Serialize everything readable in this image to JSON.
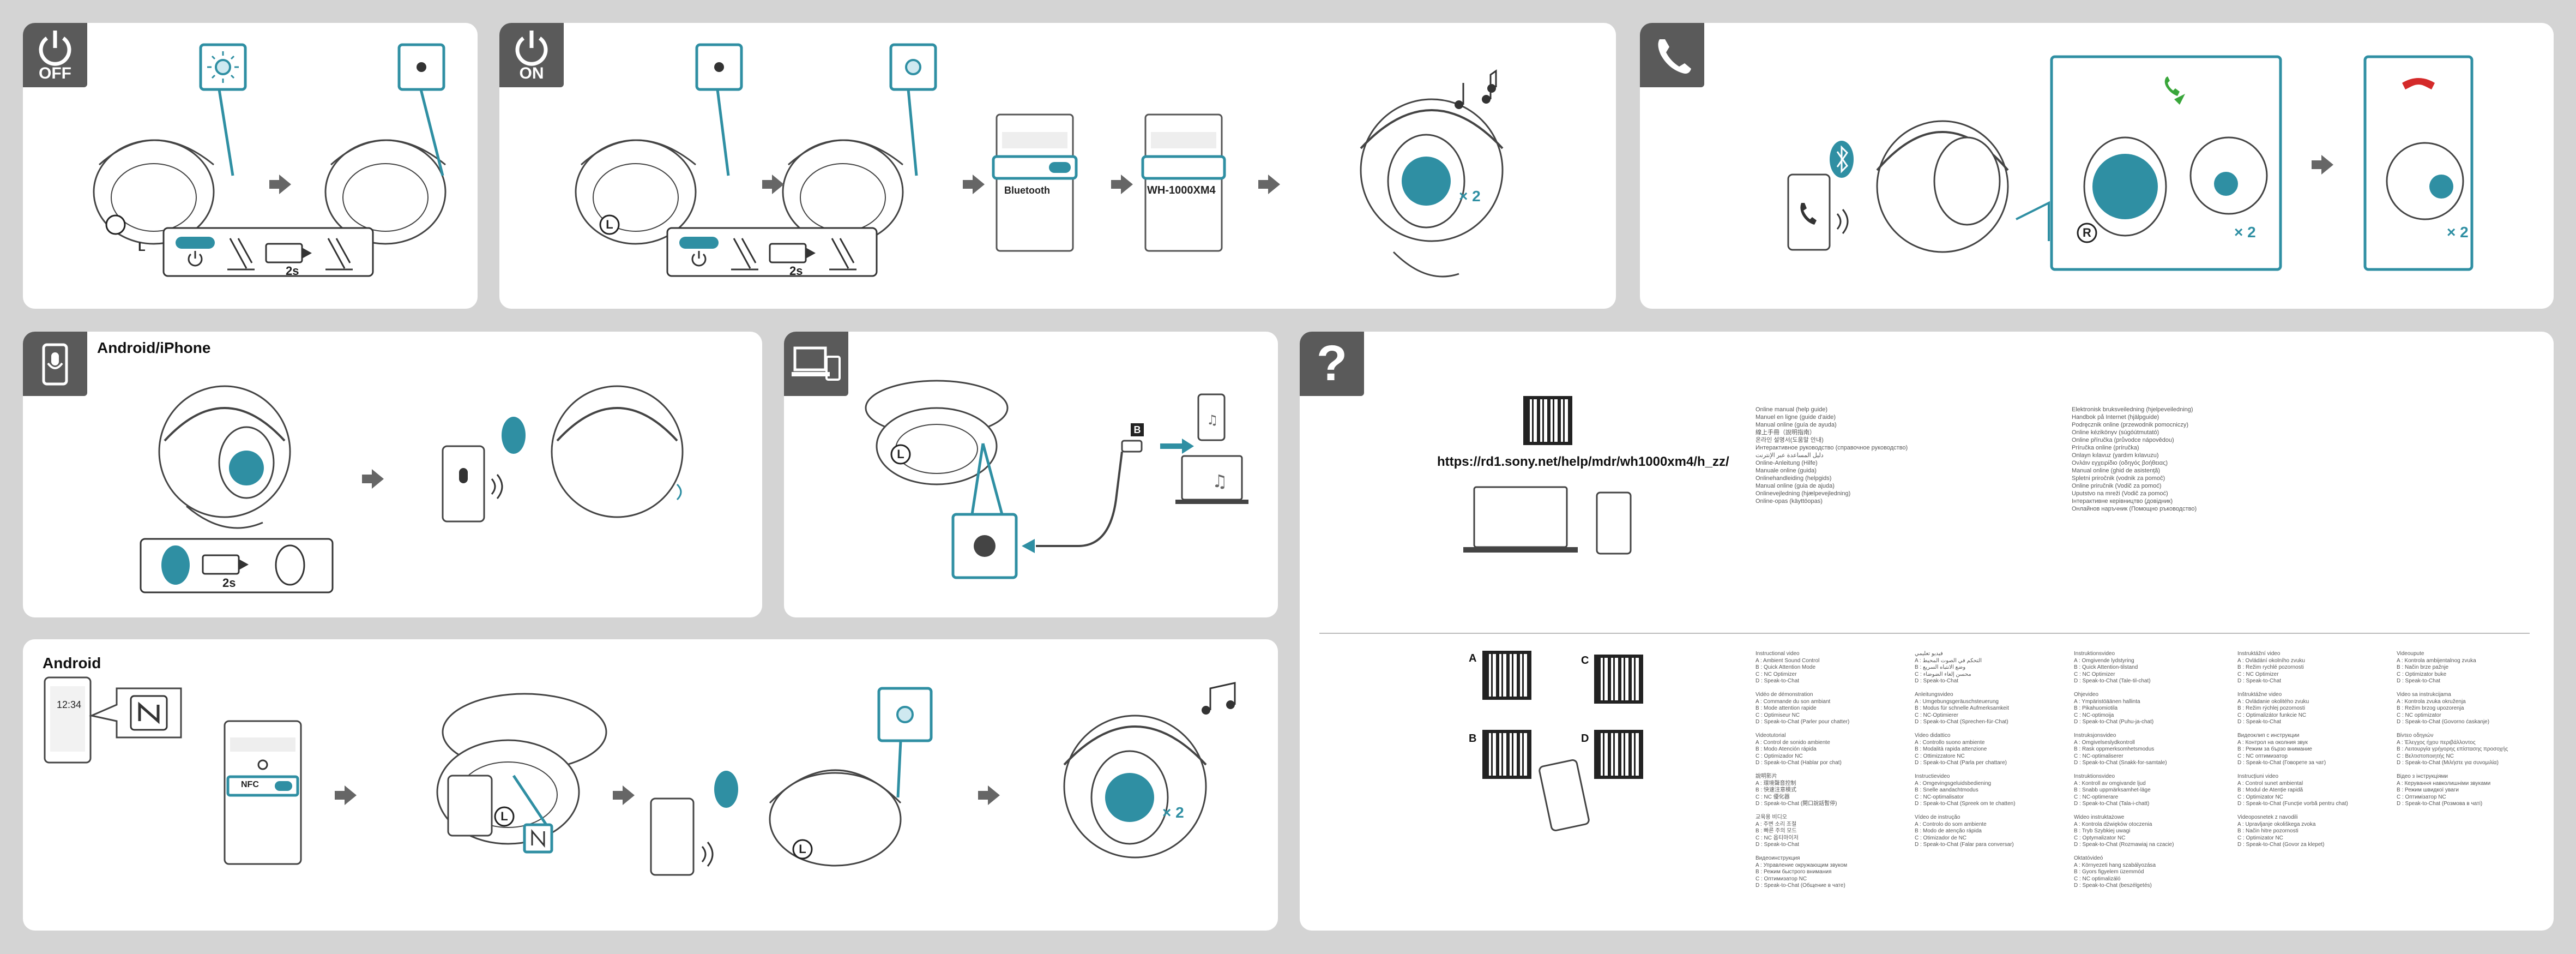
{
  "colors": {
    "accent": "#2f8fa3",
    "panel": "#ffffff",
    "background": "#d4d4d4",
    "tag": "#5a5a5a",
    "call_red": "#d42a2a",
    "call_green": "#39a63a"
  },
  "panel_power_off": {
    "tag_icon": "power-icon",
    "tag_label": "OFF",
    "hand_label": "L",
    "hold_label": "2s"
  },
  "panel_power_on": {
    "tag_icon": "power-icon",
    "tag_label": "ON",
    "hand_label": "L",
    "hold_label": "2s",
    "phone_text_1": "Bluetooth",
    "phone_text_2": "WH-1000XM4",
    "tap_label": "× 2"
  },
  "panel_call": {
    "tag_icon": "phone-icon",
    "hand_label": "R",
    "tap_label_1": "× 2",
    "tap_label_2": "× 2"
  },
  "panel_voice": {
    "tag_icon": "microphone-icon",
    "title": "Android/iPhone",
    "hold_label": "2s"
  },
  "panel_cable": {
    "tag_icon": "computer-icon",
    "hand_label": "L",
    "plug_label": "B"
  },
  "panel_nfc": {
    "title": "Android",
    "time": "12:34",
    "nfc_label": "NFC",
    "hand_label": "L",
    "tap_label": "× 2"
  },
  "panel_help": {
    "tag_label": "?",
    "url": "https://rd1.sony.net/help/mdr/wh1000xm4/h_zz/",
    "qr_labels": [
      "A",
      "B",
      "C",
      "D"
    ],
    "manual_col1": "Online manual (help guide)\nManuel en ligne (guide d'aide)\nManual online (guía de ayuda)\n線上手冊（說明指南）\n온라인 설명서(도움말 안내)\nИнтерактивное руководство (справочное руководство)\nدليل المساعدة عبر الإنترنت\nOnline-Anleitung (Hilfe)\nManuale online (guida)\nOnlinehandleiding (helpgids)\nManual online (guia de ajuda)\nOnlinevejledning (hjælpevejledning)\nOnline-opas (käyttöopas)",
    "manual_col2": "Elektronisk bruksveiledning (hjelpeveiledning)\nHandbok på Internet (hjälpguide)\nPodręcznik online (przewodnik pomocniczy)\nOnline kézikönyv (súgóútmutató)\nOnline příručka (průvodce nápovědou)\nPríručka online (príručka)\nOnlayn kılavuz (yardım kılavuzu)\nΟνλάιν εγχειρίδιο (οδηγός βοήθειας)\nManual online (ghid de asistență)\nSpletni priročnik (vodnik za pomoč)\nOnline priručnik (Vodič za pomoć)\nUputstvo na mreži (Vodič za pomoć)\nІнтерактивне керівництво (довідник)\nОнлайнов наръчник (Помощно ръководство)",
    "video_col1": "Instructional video\nA : Ambient Sound Control\nB : Quick Attention Mode\nC : NC Optimizer\nD : Speak-to-Chat\n\nVidéo de démonstration\nA : Commande du son ambiant\nB : Mode attention rapide\nC : Optimiseur NC\nD : Speak-to-Chat (Parler pour chatter)\n\nVideotutorial\nA : Control de sonido ambiente\nB : Modo Atención rápida\nC : Optimizador NC\nD : Speak-to-Chat (Hablar por chat)\n\n說明影片\nA : 環境聲音控制\nB : 快速注意模式\nC : NC 優化器\nD : Speak-to-Chat (開口說話暫停)\n\n교육용 비디오\nA : 주변 소리 조절\nB : 빠른 주의 모드\nC : NC 옵티마이저\nD : Speak-to-Chat\n\nВидеоинструкция\nA : Управление окружающим звуком\nB : Режим быстрого внимания\nC : Оптимизатор NC\nD : Speak-to-Chat (Общение в чате)",
    "video_col2": "فيديو تعليمي\nA : التحكم في الصوت المحيط\nB : وضع الانتباه السريع\nC : محسن إلغاء الضوضاء\nD : Speak-to-Chat\n\nAnleitungsvideo\nA : Umgebungsgeräuschsteuerung\nB : Modus für schnelle Aufmerksamkeit\nC : NC-Optimierer\nD : Speak-to-Chat (Sprechen-für-Chat)\n\nVideo didattico\nA : Controllo suono ambiente\nB : Modalità rapida attenzione\nC : Ottimizzatore NC\nD : Speak-to-Chat (Parla per chattare)\n\nInstructievideo\nA : Omgevingsgeluidsbediening\nB : Snelle aandachtmodus\nC : NC-optimalisator\nD : Speak-to-Chat (Spreek om te chatten)\n\nVídeo de instrução\nA : Controlo do som ambiente\nB : Modo de atenção rápida\nC : Otimizador de NC\nD : Speak-to-Chat (Falar para conversar)",
    "video_col3": "Instruktionsvideo\nA : Omgivende lydstyring\nB : Quick Attention-tilstand\nC : NC Optimizer\nD : Speak-to-Chat (Tale-til-chat)\n\nOhjevideo\nA : Ympäristöäänen hallinta\nB : Pikahuomiotila\nC : NC-optimoija\nD : Speak-to-Chat (Puhu-ja-chat)\n\nInstruksjonsvideo\nA : Omgivelseslydkontroll\nB : Rask oppmerksomhetsmodus\nC : NC-optimaliserer\nD : Speak-to-Chat (Snakk-for-samtale)\n\nInstruktionsvideo\nA : Kontroll av omgivande ljud\nB : Snabb uppmärksamhet-läge\nC : NC-optimerare\nD : Speak-to-Chat (Tala-i-chatt)\n\nWideo instruktażowe\nA : Kontrola dźwięków otoczenia\nB : Tryb Szybkiej uwagi\nC : Optymalizator NC\nD : Speak-to-Chat (Rozmawiaj na czacie)\n\nOktatóvideó\nA : Környezeti hang szabályozása\nB : Gyors figyelem üzemmód\nC : NC optimalizáló\nD : Speak-to-Chat (beszélgetés)",
    "video_col4": "Instruktážní video\nA : Ovládání okolního zvuku\nB : Režim rychlé pozornosti\nC : NC Optimizer\nD : Speak-to-Chat\n\nInštruktážne video\nA : Ovládanie okolitého zvuku\nB : Režim rýchlej pozornosti\nC : Optimalizátor funkcie NC\nD : Speak-to-Chat\n\nВидеоклип с инструкции\nA : Контрол на околния звук\nB : Режим за бързо внимание\nC : NC оптимизатор\nD : Speak-to-Chat (Говорете за чат)\n\nInstrucțiuni video\nA : Control sunet ambiental\nB : Modul de Atenție rapidă\nC : Optimizator NC\nD : Speak-to-Chat (Funcție vorbă pentru chat)\n\nVideoposnetek z navodili\nA : Upravljanje okoliškega zvoka\nB : Način hitre pozornosti\nC : Optimizator NC\nD : Speak-to-Chat (Govor za klepet)",
    "video_col5": "Videoupute\nA : Kontrola ambijentalnog zvuka\nB : Način brze pažnje\nC : Optimizator buke\nD : Speak-to-Chat\n\nVideo sa instrukcijama\nA : Kontrola zvuka okruženja\nB : Režim brzog upozorenja\nC : NC optimizator\nD : Speak-to-Chat (Govorno ćaskanje)\n\nΒίντεο οδηγιών\nA : Έλεγχος ήχου περιβάλλοντος\nB : Λειτουργία γρήγορης επίστασης προσοχής\nC : Βελτιστοποιητής NC\nD : Speak-to-Chat (Μιλήστε για συνομιλία)\n\nВідео з інструкціями\nA : Керування навколишніми звуками\nB : Режим швидкої уваги\nC : Оптимізатор NC\nD : Speak-to-Chat (Розмова в чаті)"
  }
}
